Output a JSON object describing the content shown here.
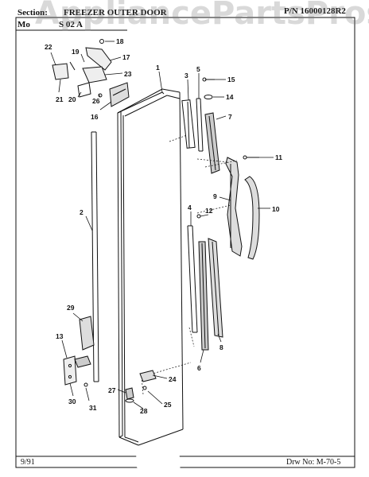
{
  "header": {
    "section_label": "Section:",
    "section_title": "FREEZER OUTER DOOR",
    "part_number": "P/N 16000128R2",
    "model_label": "Mo",
    "model_value": "S  02  A"
  },
  "watermark": "AppliancePartsPros.com",
  "footer": {
    "date": "9/91",
    "drawing_number": "Drw No: M-70-5"
  },
  "callouts": [
    "1",
    "2",
    "3",
    "4",
    "5",
    "6",
    "7",
    "8",
    "9",
    "10",
    "11",
    "12",
    "13",
    "14",
    "15",
    "16",
    "17",
    "18",
    "19",
    "20",
    "21",
    "22",
    "23",
    "24",
    "25",
    "26",
    "27",
    "28",
    "29",
    "30",
    "31"
  ]
}
